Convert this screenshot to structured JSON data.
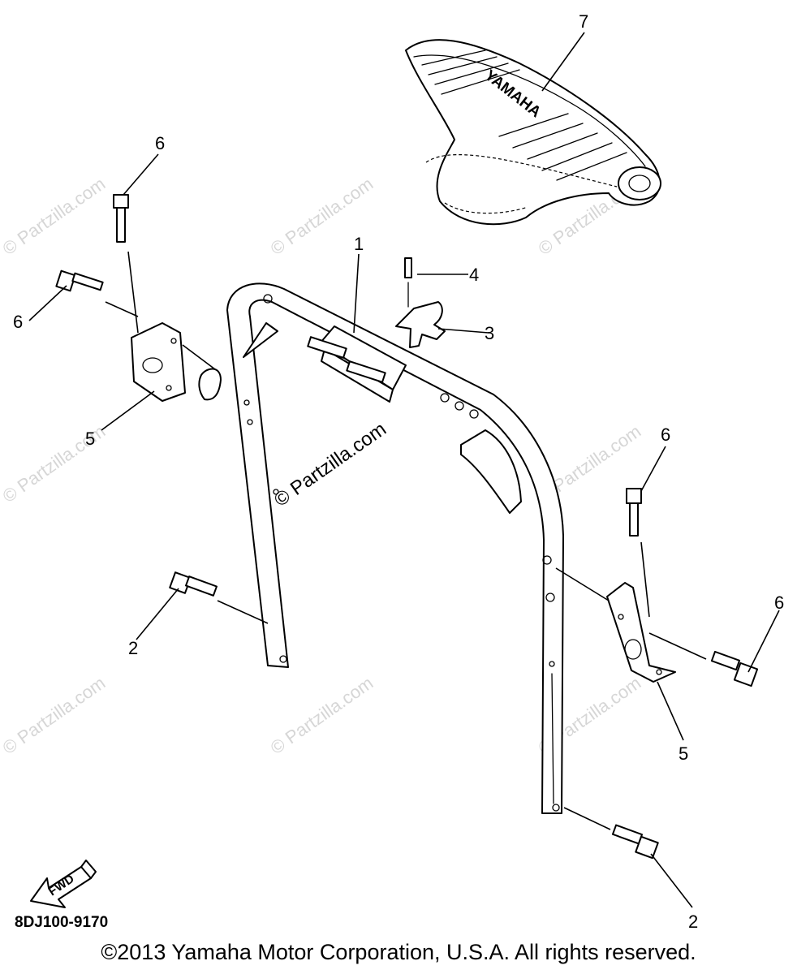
{
  "callouts": {
    "c1": "1",
    "c2a": "2",
    "c2b": "2",
    "c3": "3",
    "c4": "4",
    "c5a": "5",
    "c5b": "5",
    "c6a": "6",
    "c6b": "6",
    "c6c": "6",
    "c6d": "6",
    "c7": "7"
  },
  "seat_brand": "YAMAHA",
  "fwd_label": "FWD",
  "watermark": "© Partzilla.com",
  "diagram_code": "8DJ100-9170",
  "copyright": "©2013 Yamaha Motor Corporation, U.S.A. All rights reserved."
}
